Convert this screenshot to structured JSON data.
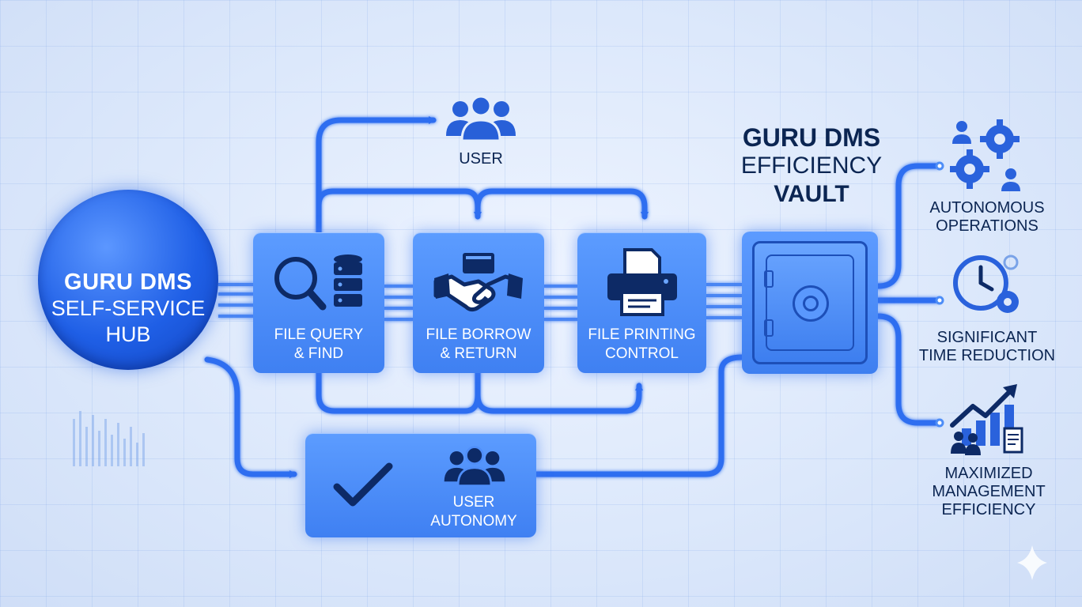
{
  "hub": {
    "line1": "GURU DMS",
    "line2": "SELF-SERVICE",
    "line3": "HUB"
  },
  "user": {
    "label": "USER",
    "icon": "user-group-icon"
  },
  "steps": [
    {
      "line1": "FILE QUERY",
      "line2": "& FIND",
      "icon": "magnifier-database-icon"
    },
    {
      "line1": "FILE BORROW",
      "line2": "& RETURN",
      "icon": "handshake-book-icon"
    },
    {
      "line1": "FILE PRINTING",
      "line2": "CONTROL",
      "icon": "printer-icon"
    }
  ],
  "autonomy": {
    "line1": "USER",
    "line2": "AUTONOMY",
    "icons": [
      "checkmark-icon",
      "user-group-icon"
    ]
  },
  "vault": {
    "line1": "GURU DMS",
    "line2": "EFFICIENCY",
    "line3": "VAULT",
    "icon": "safe-vault-icon"
  },
  "benefits": [
    {
      "line1": "AUTONOMOUS",
      "line2": "OPERATIONS",
      "icon": "gears-users-icon"
    },
    {
      "line1": "SIGNIFICANT",
      "line2": "TIME REDUCTION",
      "icon": "clock-gear-icon"
    },
    {
      "line1": "MAXIMIZED",
      "line2": "MANAGEMENT",
      "line3": "EFFICIENCY",
      "icon": "growth-chart-icon"
    }
  ],
  "colors": {
    "primary": "#2f6ff0",
    "dark_text": "#0b2552",
    "card": "#4a8cfb",
    "background": "#dce8fb"
  }
}
